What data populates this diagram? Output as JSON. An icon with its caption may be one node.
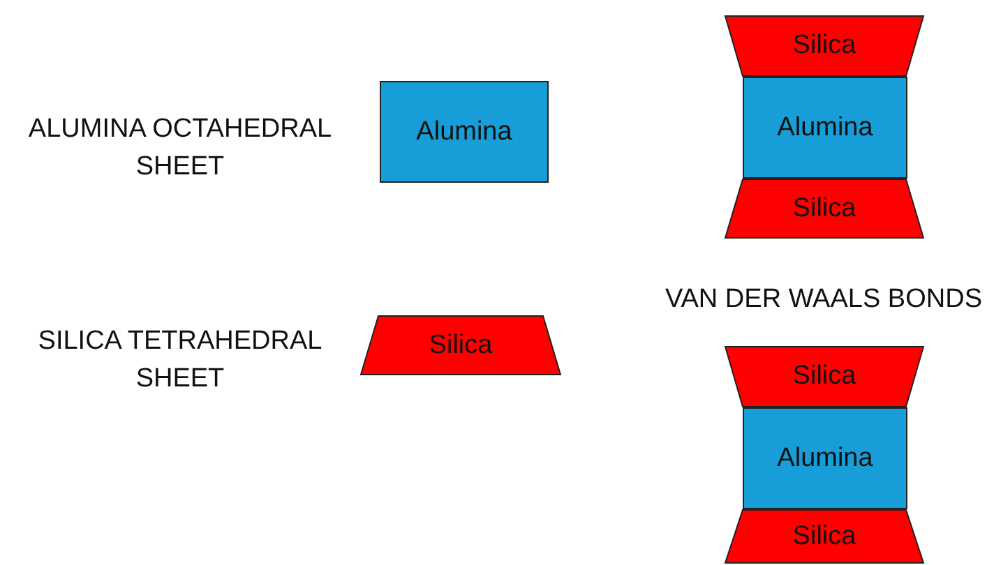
{
  "diagram": {
    "nodes": [
      {
        "text": [
          "Alumina"
        ]
      },
      {
        "text": [
          "Silica"
        ]
      },
      {
        "text": [
          "Silica"
        ]
      },
      {
        "text": [
          "Alumina"
        ]
      },
      {
        "text": [
          "Silica"
        ]
      },
      {
        "text": [
          "Silica"
        ]
      },
      {
        "text": [
          "Alumina"
        ]
      },
      {
        "text": [
          "Silica"
        ]
      }
    ],
    "labels": [
      "ALUMINA OCTAHEDRAL SHEET",
      "SILICA TETRAHEDRAL SHEET",
      "VAN DER WAALS BONDS"
    ]
  }
}
